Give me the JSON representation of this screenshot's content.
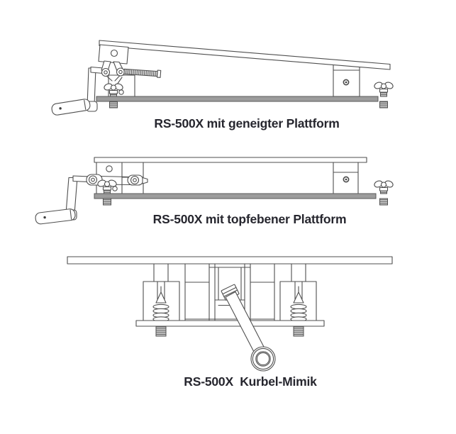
{
  "page": {
    "background": "#ffffff"
  },
  "figures": [
    {
      "caption": "RS-500X mit geneigter Plattform"
    },
    {
      "caption": "RS-500X mit topfebener Plattform"
    },
    {
      "caption": "RS-500X  Kurbel-Mimik"
    }
  ],
  "colors": {
    "line": "#4f4f4f",
    "rail_fill": "#9c9c9c",
    "caption_text": "#26262e"
  }
}
